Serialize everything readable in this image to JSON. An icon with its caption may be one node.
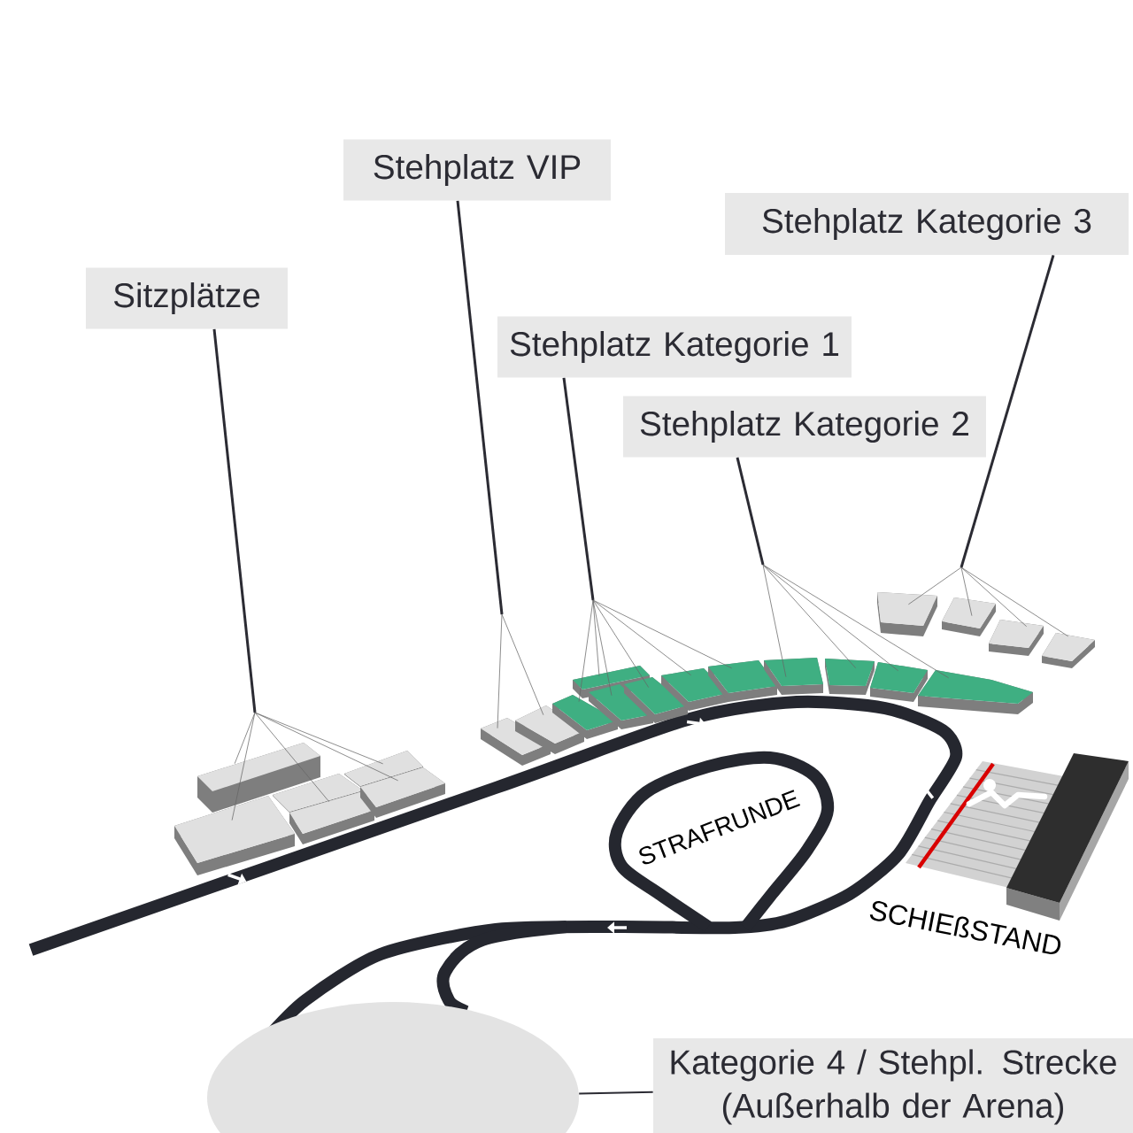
{
  "diagram": {
    "nodes": [
      {
        "text": [
          "Stehplatz VIP"
        ]
      },
      {
        "text": [
          "Stehplatz Kategorie 3"
        ]
      },
      {
        "text": [
          "Sitzplätze"
        ]
      },
      {
        "text": [
          "Stehplatz Kategorie 1"
        ]
      },
      {
        "text": [
          "Stehplatz Kategorie 2"
        ]
      },
      {
        "text": [],
        "shape": "box"
      },
      {
        "text": [],
        "shape": "box"
      },
      {
        "text": [],
        "shape": "box"
      },
      {
        "text": [],
        "shape": "box"
      },
      {
        "text": [],
        "shape": "box"
      },
      {
        "text": [],
        "shape": "box"
      },
      {
        "text": [],
        "shape": "box"
      },
      {
        "text": [],
        "shape": "box"
      },
      {
        "text": [],
        "shape": "box"
      },
      {
        "text": [],
        "shape": "box"
      },
      {
        "text": [],
        "shape": "box"
      },
      {
        "text": [],
        "shape": "box"
      },
      {
        "text": [],
        "shape": "box"
      },
      {
        "text": [],
        "shape": "box"
      },
      {
        "text": [],
        "shape": "box"
      },
      {
        "text": [],
        "shape": "box"
      },
      {
        "text": [],
        "shape": "box"
      },
      {
        "text": [],
        "shape": "box"
      },
      {
        "text": [],
        "shape": "box"
      },
      {
        "text": [],
        "shape": "box"
      },
      {
        "text": [],
        "shape": "box"
      },
      {
        "text": [],
        "shape": "box"
      },
      {
        "text": [
          "Kategorie 4 / Stehpl. Strecke (Außerhalb der Arena)"
        ]
      },
      {
        "text": [],
        "shape": "ellipse"
      }
    ],
    "edges": [
      {
        "from": 2,
        "to": 5,
        "arrow": "none"
      },
      {
        "from": 2,
        "to": 6,
        "arrow": "none"
      },
      {
        "from": 2,
        "to": 7,
        "arrow": "none"
      },
      {
        "from": 2,
        "to": 9,
        "arrow": "none"
      },
      {
        "from": 2,
        "to": 10,
        "arrow": "none"
      },
      {
        "from": 0,
        "to": 11,
        "arrow": "none"
      },
      {
        "from": 0,
        "to": 12,
        "arrow": "none"
      },
      {
        "from": 3,
        "to": 13,
        "arrow": "none"
      },
      {
        "from": 3,
        "to": 14,
        "arrow": "none"
      },
      {
        "from": 3,
        "to": 15,
        "arrow": "none"
      },
      {
        "from": 3,
        "to": 16,
        "arrow": "none"
      },
      {
        "from": 3,
        "to": 17,
        "arrow": "none"
      },
      {
        "from": 3,
        "to": 18,
        "arrow": "none"
      },
      {
        "from": 4,
        "to": 19,
        "arrow": "none"
      },
      {
        "from": 4,
        "to": 20,
        "arrow": "none"
      },
      {
        "from": 4,
        "to": 21,
        "arrow": "none"
      },
      {
        "from": 4,
        "to": 22,
        "arrow": "none"
      },
      {
        "from": 1,
        "to": 23,
        "arrow": "none"
      },
      {
        "from": 1,
        "to": 24,
        "arrow": "none"
      },
      {
        "from": 1,
        "to": 25,
        "arrow": "none"
      },
      {
        "from": 1,
        "to": 26,
        "arrow": "none"
      },
      {
        "from": 27,
        "to": 28,
        "arrow": "none"
      }
    ],
    "labels": [
      "STRAFRUNDE",
      "SCHIEßSTAND"
    ]
  }
}
